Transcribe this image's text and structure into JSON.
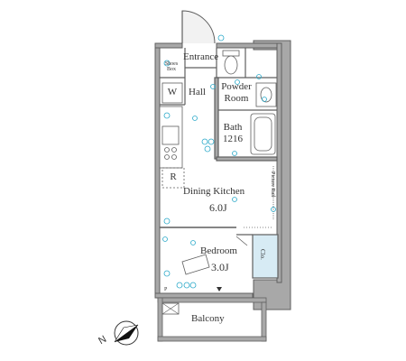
{
  "rooms": {
    "entrance": "Entrance",
    "shoes_box": [
      "Shoes",
      "Box"
    ],
    "washer": "W",
    "hall": "Hall",
    "powder_room": [
      "Powder",
      "Room"
    ],
    "bath": [
      "Bath",
      "1216"
    ],
    "refrigerator": "R",
    "dining_kitchen": "Dining Kitchen",
    "dining_kitchen_size": "6.0J",
    "bedroom": "Bedroom",
    "bedroom_size": "3.0J",
    "closet": "Clo.",
    "picture_rail": "Picture Rail",
    "pipe_space": "P",
    "balcony": "Balcony"
  },
  "compass": {
    "north_letter": "N"
  },
  "colors": {
    "wall": "#5f5f5f",
    "wall_fill": "#a8a8a8",
    "door_fill": "#f2f2f2",
    "closet_fill": "#d7ebf4",
    "outlet_blue": "#2ba9c9"
  },
  "icons": [
    "compass-icon",
    "door-swing-icon",
    "toilet-icon",
    "sink-icon",
    "bathtub-icon",
    "stove-icon",
    "outlet-icon",
    "ac-icon"
  ]
}
